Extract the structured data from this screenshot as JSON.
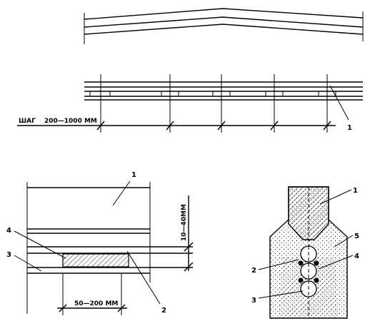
{
  "top_view": {
    "step_label": "ШАГ",
    "step_range": "200—1000 ММ",
    "callout_1": "1"
  },
  "side_view": {
    "callout_1": "1",
    "callout_2": "2",
    "callout_3": "3",
    "callout_4": "4",
    "dim_gap": "10—40ММ",
    "dim_length": "50—200 ММ"
  },
  "section_view": {
    "callout_1": "1",
    "callout_2": "2",
    "callout_3": "3",
    "callout_4": "4",
    "callout_5": "5"
  }
}
